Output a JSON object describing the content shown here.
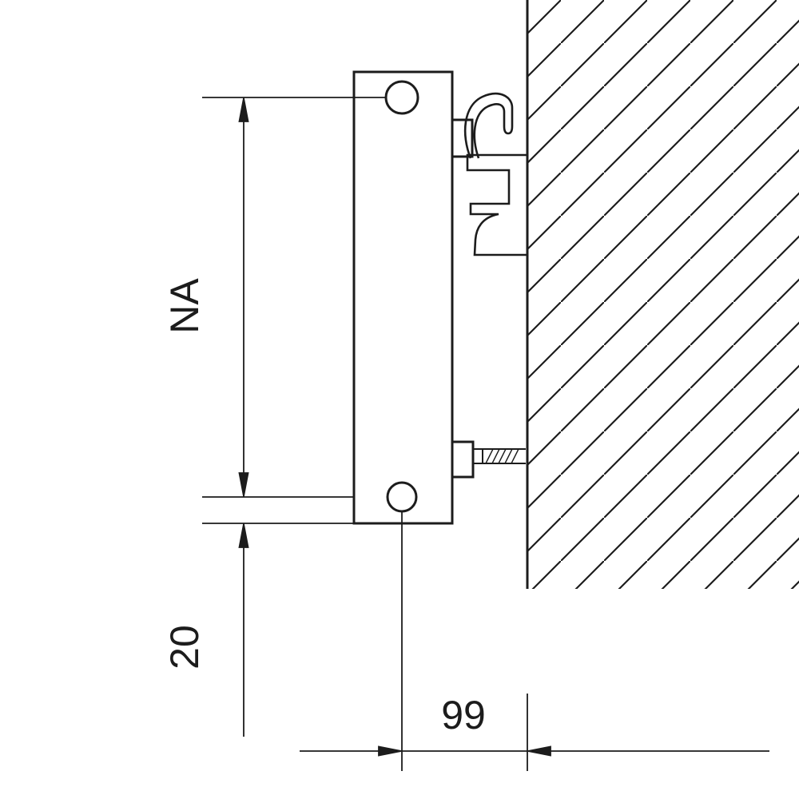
{
  "drawing": {
    "labels": {
      "na": "NA",
      "bottom_offset": "20",
      "wall_distance": "99"
    },
    "colors": {
      "line": "#1c1c1c",
      "background": "#ffffff"
    }
  }
}
